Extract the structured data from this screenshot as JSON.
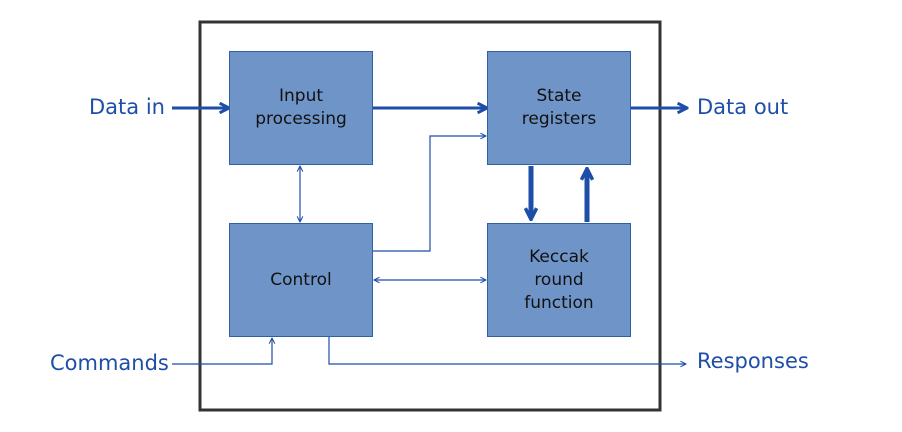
{
  "colors": {
    "block_fill": "#6f95c8",
    "block_border": "#2f5fa8",
    "line": "#1f4ea8",
    "frame": "#333333"
  },
  "blocks": {
    "input": "Input\nprocessing",
    "state": "State\nregisters",
    "control": "Control",
    "keccak": "Keccak\nround\nfunction"
  },
  "external": {
    "data_in": "Data in",
    "data_out": "Data out",
    "commands": "Commands",
    "responses": "Responses"
  }
}
